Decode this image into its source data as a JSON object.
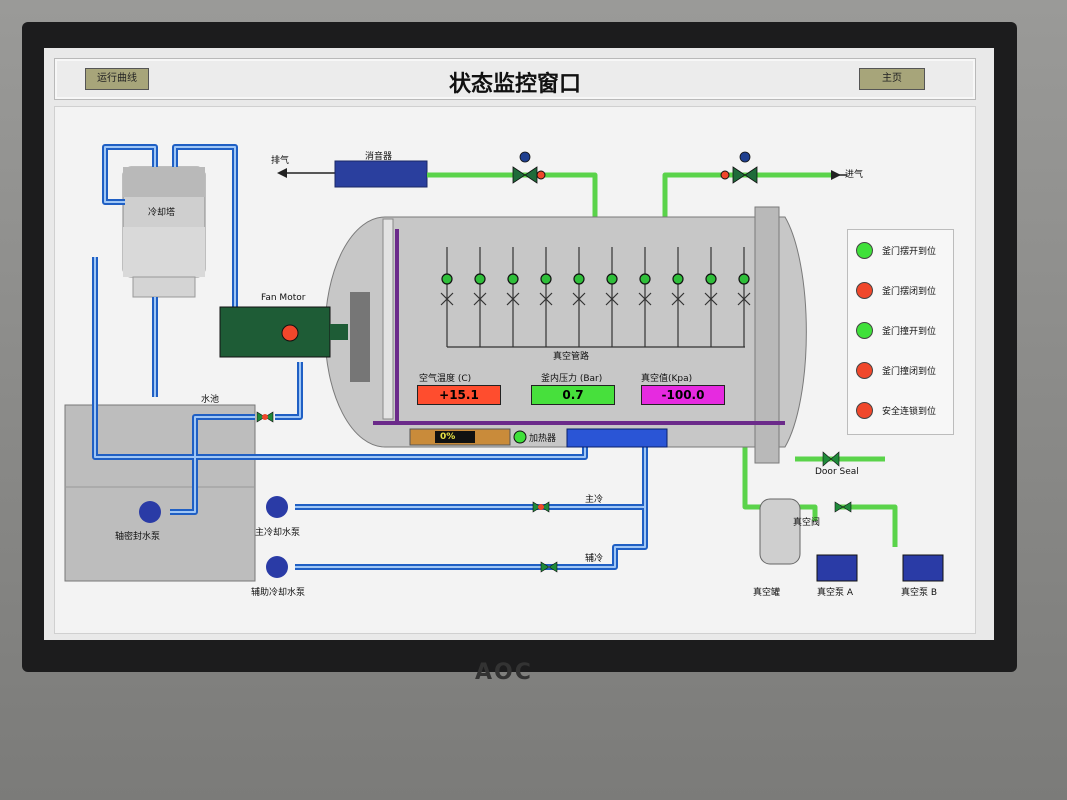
{
  "header": {
    "title": "状态监控窗口",
    "left_button": "运行曲线",
    "right_button": "主页"
  },
  "labels": {
    "exhaust": "排气",
    "muffler": "消音器",
    "intake": "进气",
    "cooling_tower": "冷却塔",
    "fan_motor": "Fan Motor",
    "pool": "水池",
    "vacuum_manifold": "真空管路",
    "heater": "加热器",
    "main_cooling": "主冷",
    "aux_cooling": "辅冷",
    "shaft_seal_pump": "轴密封水泵",
    "main_cooling_pump": "主冷却水泵",
    "aux_cooling_pump": "辅助冷却水泵",
    "door_seal": "Door Seal",
    "vacuum_valve": "真空阀",
    "vacuum_tank": "真空罐",
    "vacuum_pump_a": "真空泵 A",
    "vacuum_pump_b": "真空泵 B"
  },
  "readouts": {
    "air_temp": {
      "label": "空气温度 (C)",
      "value": "+15.1",
      "color": "#ff4d2e"
    },
    "pressure": {
      "label": "釜内压力 (Bar)",
      "value": "0.7",
      "color": "#47e03c"
    },
    "vacuum": {
      "label": "真空值(Kpa)",
      "value": "-100.0",
      "color": "#e62ae0"
    }
  },
  "heater_percent": "0%",
  "status": [
    {
      "label": "釜门摆开到位",
      "color": "#3fe03a"
    },
    {
      "label": "釜门摆闭到位",
      "color": "#f0472b"
    },
    {
      "label": "釜门撞开到位",
      "color": "#3fe03a"
    },
    {
      "label": "釜门撞闭到位",
      "color": "#f0472b"
    },
    {
      "label": "安全连锁到位",
      "color": "#f0472b"
    }
  ],
  "monitor_brand": "AOC"
}
